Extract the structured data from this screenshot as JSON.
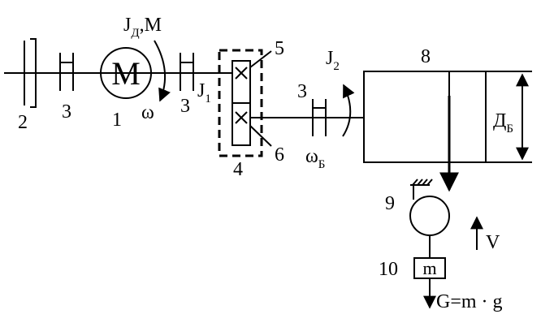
{
  "labels": {
    "n1": "1",
    "n2": "2",
    "n3a": "3",
    "n3b": "3",
    "n3c": "3",
    "n4": "4",
    "n5": "5",
    "n6": "6",
    "n8": "8",
    "n9": "9",
    "n10": "10",
    "motor_letter": "M",
    "motor_params_main": "J",
    "motor_params_sub": "Д",
    "motor_params_rest": ",M",
    "omega": "ω",
    "j1_main": "J",
    "j1_sub": "1",
    "j2_main": "J",
    "j2_sub": "2",
    "omega_b_main": "ω",
    "omega_b_sub": "Б",
    "drum_diam_main": "Д",
    "drum_diam_sub": "Б",
    "velocity": "V",
    "mass": "m",
    "gravity": "G=m · g"
  }
}
